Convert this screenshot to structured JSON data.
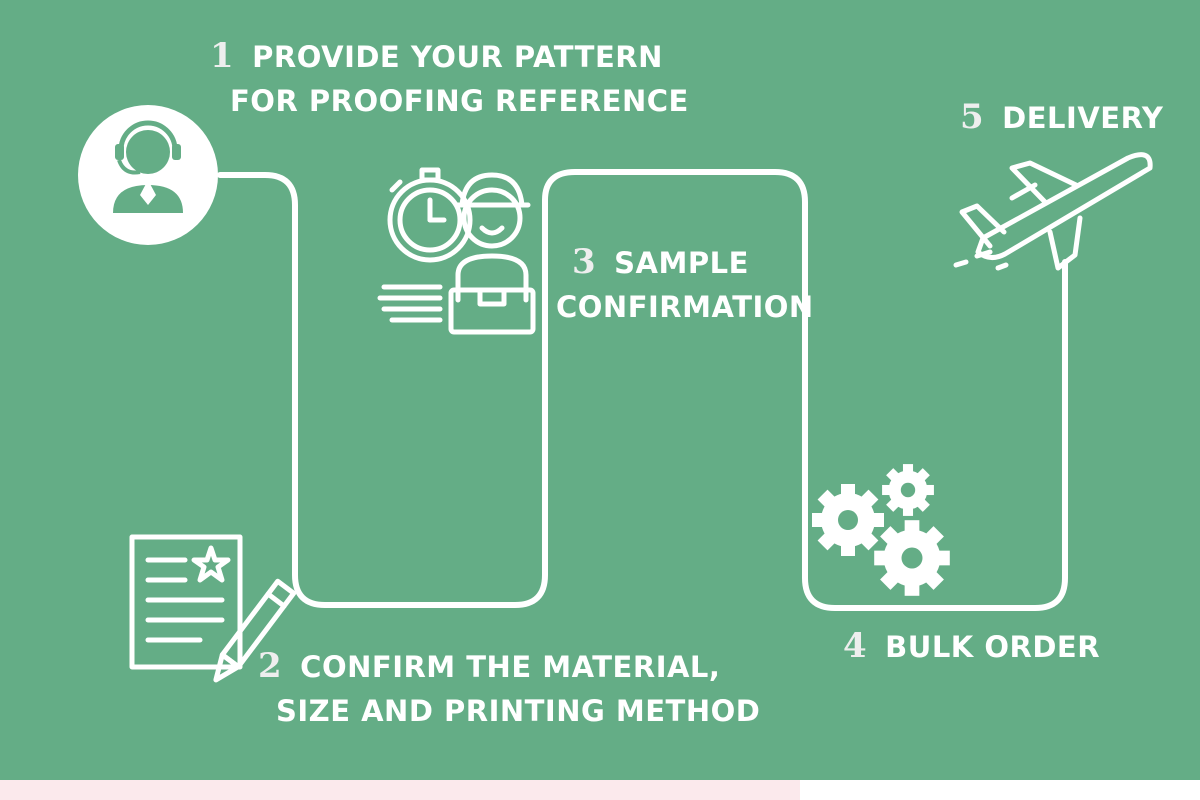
{
  "colors": {
    "background": "#64ad86",
    "foreground": "#ffffff",
    "strip_left": "#fbe9ec",
    "strip_right": "#ffffff"
  },
  "steps": [
    {
      "number": "1",
      "lines": [
        "PROVIDE YOUR PATTERN",
        "FOR PROOFING REFERENCE"
      ],
      "icon": "customer-service-headset-icon"
    },
    {
      "number": "2",
      "lines": [
        "CONFIRM THE MATERIAL,",
        "SIZE AND PRINTING METHOD"
      ],
      "icon": "document-pencil-icon"
    },
    {
      "number": "3",
      "lines": [
        "SAMPLE",
        "CONFIRMATION"
      ],
      "icon": "worker-stopwatch-icon"
    },
    {
      "number": "4",
      "lines": [
        "BULK ORDER"
      ],
      "icon": "gears-icon"
    },
    {
      "number": "5",
      "lines": [
        "DELIVERY"
      ],
      "icon": "airplane-icon"
    }
  ]
}
